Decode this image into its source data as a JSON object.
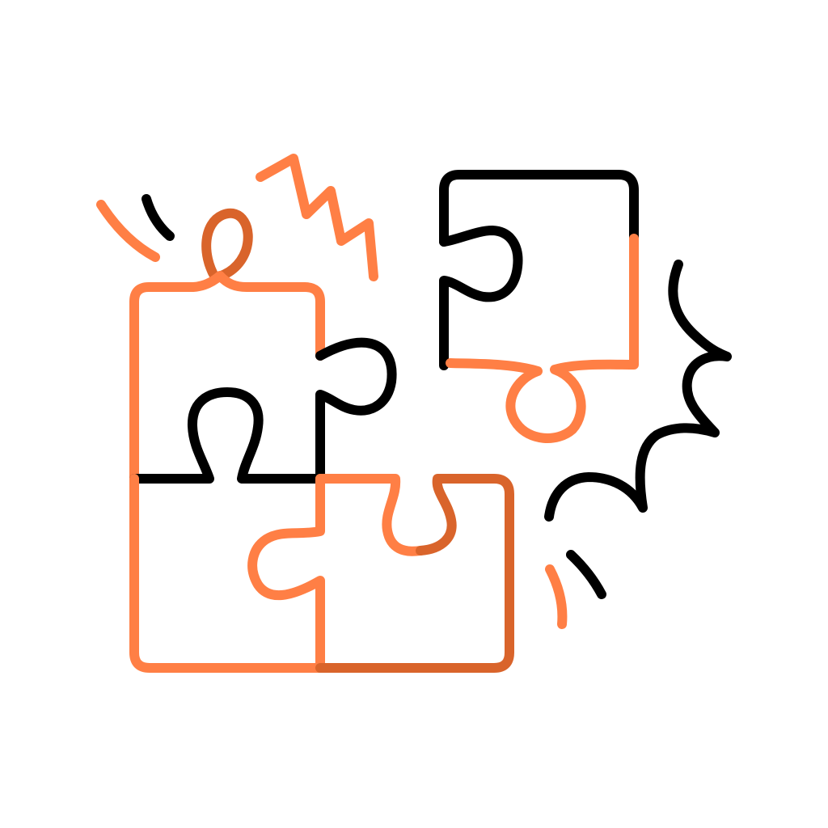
{
  "illustration": {
    "subject": "puzzle-pieces-icon",
    "colors": {
      "primary_orange": "#ff7f45",
      "dark_orange": "#d9642b",
      "black": "#000000",
      "background": "#ffffff"
    },
    "elements": [
      {
        "name": "top-left-puzzle-piece",
        "color": "primary_orange"
      },
      {
        "name": "bottom-left-puzzle-piece",
        "color": "primary_orange"
      },
      {
        "name": "bottom-right-puzzle-piece",
        "color": "dark_orange"
      },
      {
        "name": "separated-puzzle-piece",
        "color": "black"
      },
      {
        "name": "zigzag-spark-icon",
        "color": "primary_orange"
      },
      {
        "name": "burst-spark-icon",
        "color": "black"
      },
      {
        "name": "motion-lines-icon",
        "color": "black"
      }
    ]
  }
}
